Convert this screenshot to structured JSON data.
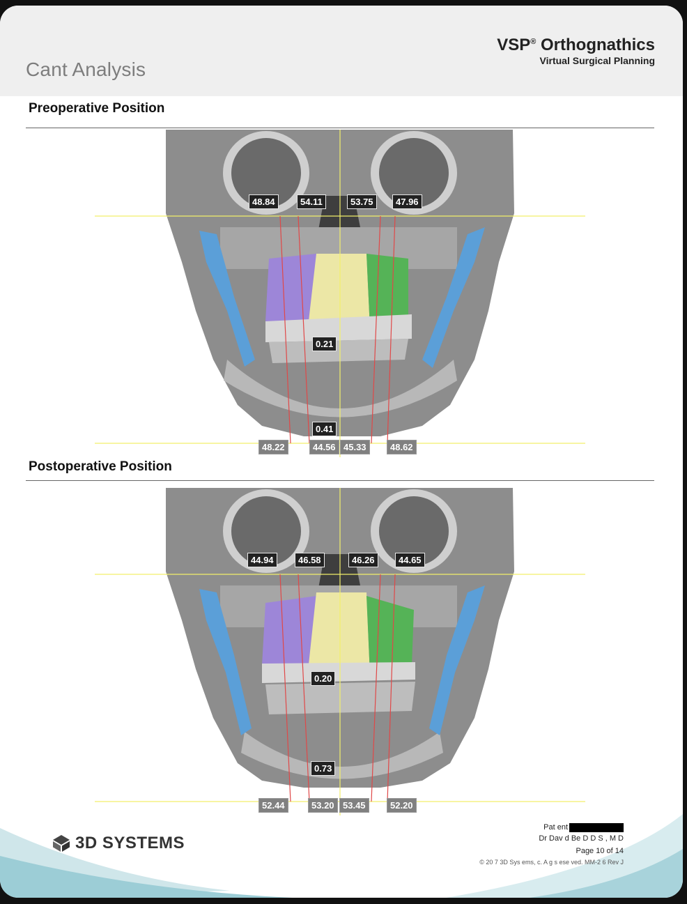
{
  "header": {
    "title": "Cant Analysis",
    "brand_name": "VSP",
    "brand_mark": "®",
    "brand_name_rest": " Orthognathics",
    "brand_subtitle": "Virtual Surgical Planning"
  },
  "preoperative": {
    "heading": "Preoperative Position",
    "top_measurements": [
      "48.84",
      "54.11",
      "53.75",
      "47.96"
    ],
    "occlusal_value": "0.21",
    "chin_value": "0.41",
    "bottom_measurements": [
      "48.22",
      "44.56",
      "45.33",
      "48.62"
    ]
  },
  "postoperative": {
    "heading": "Postoperative Position",
    "top_measurements": [
      "44.94",
      "46.58",
      "46.26",
      "44.65"
    ],
    "occlusal_value": "0.20",
    "chin_value": "0.73",
    "bottom_measurements": [
      "52.44",
      "53.20",
      "53.45",
      "52.20"
    ]
  },
  "footer": {
    "logo_text": "3D SYSTEMS",
    "patient_label": "Pat ent",
    "doctor": "Dr Dav d Be  D D S , M D",
    "page": "Page 10 of 14",
    "copyright": "© 20  7 3D Sys ems,    c. A    g   s  ese ved.  MM-2  6 Rev J"
  },
  "colors": {
    "segment_left": "#9d86d8",
    "segment_center": "#ece7a6",
    "segment_right": "#55b357",
    "ramus": "#5b9fd8",
    "reference_line": "#f2ef6a",
    "measure_line": "#e04848"
  }
}
